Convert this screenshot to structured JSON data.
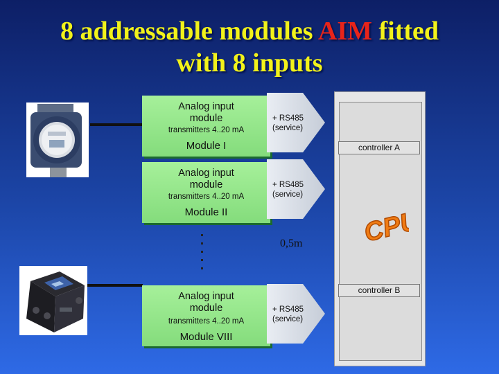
{
  "title": {
    "line1_pre": "8 addressable modules ",
    "line1_hl": "AIM",
    "line1_post": " fitted",
    "line2": "with 8 inputs"
  },
  "modules": [
    {
      "input_label": "Analog input module",
      "transmitters": "transmitters 4..20 mA",
      "name": "Module I",
      "bus_label": "+ RS485 (service)"
    },
    {
      "input_label": "Analog input module",
      "transmitters": "transmitters 4..20 mA",
      "name": "Module II",
      "bus_label": "+ RS485 (service)"
    },
    {
      "input_label": "Analog input module",
      "transmitters": "transmitters 4..20 mA",
      "name": "Module VIII",
      "bus_label": "+ RS485 (service)"
    }
  ],
  "controllers": {
    "a": "controller A",
    "b": "controller B"
  },
  "cpu_label": "CPU",
  "distance": "0,5m",
  "colors": {
    "title": "#f2f21a",
    "highlight": "#e8241a",
    "module_fill": "#a6f09a",
    "cpu": "#f07c14"
  }
}
